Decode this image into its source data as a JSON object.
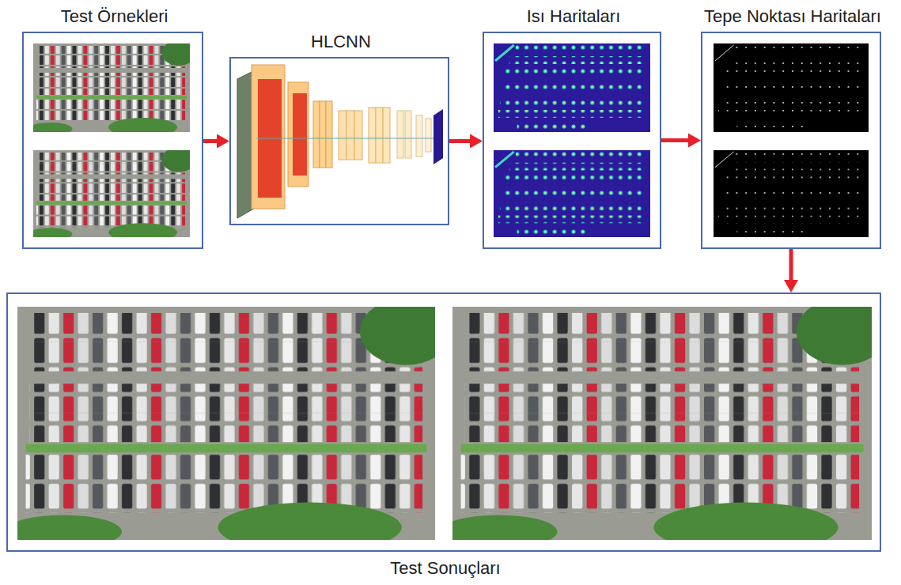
{
  "diagram": {
    "nodes": [
      {
        "text": [
          "Test Örnekleri"
        ]
      },
      {
        "text": [
          "HLCNN"
        ]
      },
      {
        "text": [
          "Isı Haritaları"
        ]
      },
      {
        "text": [
          "Tepe Noktası Haritaları"
        ]
      },
      {
        "text": [
          "Test Sonuçları"
        ]
      }
    ],
    "edges": [
      {
        "from": 0,
        "to": 1,
        "arrow": "to"
      },
      {
        "from": 1,
        "to": 2,
        "arrow": "to"
      },
      {
        "from": 2,
        "to": 3,
        "arrow": "to"
      },
      {
        "from": 3,
        "to": 4,
        "arrow": "to"
      }
    ]
  }
}
